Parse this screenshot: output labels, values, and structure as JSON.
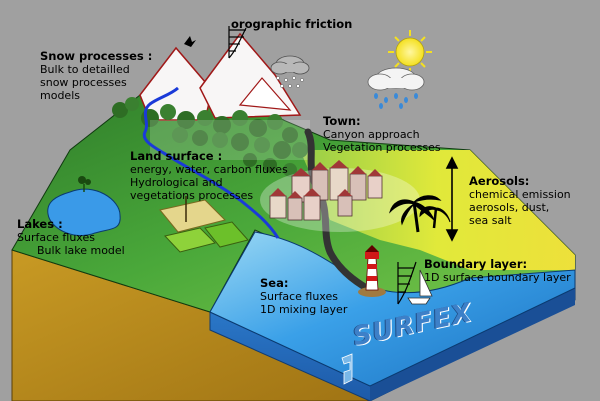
{
  "logo": "SURFEX",
  "labels": {
    "orographic": {
      "title": "orographic friction"
    },
    "snow": {
      "title": "Snow processes :",
      "lines": [
        "Bulk to detailled",
        "snow processes",
        "models"
      ]
    },
    "town": {
      "title": "Town:",
      "lines": [
        "Canyon approach",
        "Vegetation processes"
      ]
    },
    "land": {
      "title": "Land surface :",
      "lines": [
        "energy, water, carbon fluxes",
        "Hydrological and",
        "vegetations  processes"
      ]
    },
    "aerosols": {
      "title": "Aerosols:",
      "lines": [
        "chemical emission",
        "aerosols, dust,",
        "sea salt"
      ]
    },
    "lakes": {
      "title": "Lakes :",
      "lines": [
        "Surface fluxes",
        "Bulk lake model"
      ]
    },
    "boundary": {
      "title": "Boundary layer:",
      "lines": [
        "1D surface boundary layer"
      ]
    },
    "sea": {
      "title": "Sea:",
      "lines": [
        "Surface fluxes",
        "1D mixing layer"
      ]
    }
  },
  "colors": {
    "background": "#a0a0a0",
    "grass": "#4aa83a",
    "sea": "#3aa0e8",
    "soil": "#b88a1e",
    "mountain": "#a01818",
    "logo": "#3d80c8"
  }
}
